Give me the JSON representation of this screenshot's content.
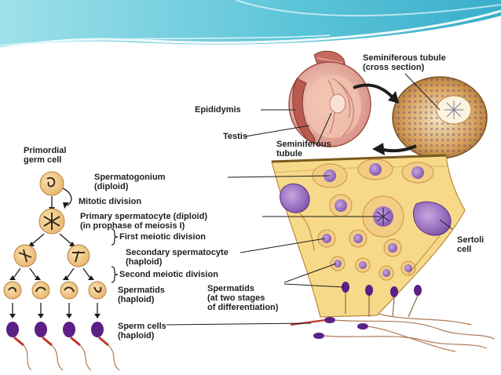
{
  "labels": {
    "seminiferous_cross": [
      "Seminiferous tubule",
      "(cross section)"
    ],
    "epididymis": "Epididymis",
    "testis": "Testis",
    "seminiferous_tubule": [
      "Seminiferous",
      "tubule"
    ],
    "primordial": [
      "Primordial",
      "germ cell"
    ],
    "spermatogonium": [
      "Spermatogonium",
      "(diploid)"
    ],
    "mitotic": "Mitotic division",
    "primary": [
      "Primary spermatocyte (diploid)",
      "(in prophase of meiosis I)"
    ],
    "first_meiotic": "First meiotic division",
    "secondary": [
      "Secondary spermatocyte",
      "(haploid)"
    ],
    "second_meiotic": "Second meiotic division",
    "spermatids_left": [
      "Spermatids",
      "(haploid)"
    ],
    "spermatids_right": [
      "Spermatids",
      "(at two stages",
      "of differentiation)"
    ],
    "sertoli": [
      "Sertoli",
      "cell"
    ],
    "sperm": [
      "Sperm cells",
      "(haploid)"
    ]
  },
  "colors": {
    "header_teal": "#5bc4d8",
    "germ_cell": "#f0c986",
    "tubule_wall": "#f7d98a",
    "nucleus": "#8d63b3",
    "sperm_head": "#5b1f86"
  }
}
